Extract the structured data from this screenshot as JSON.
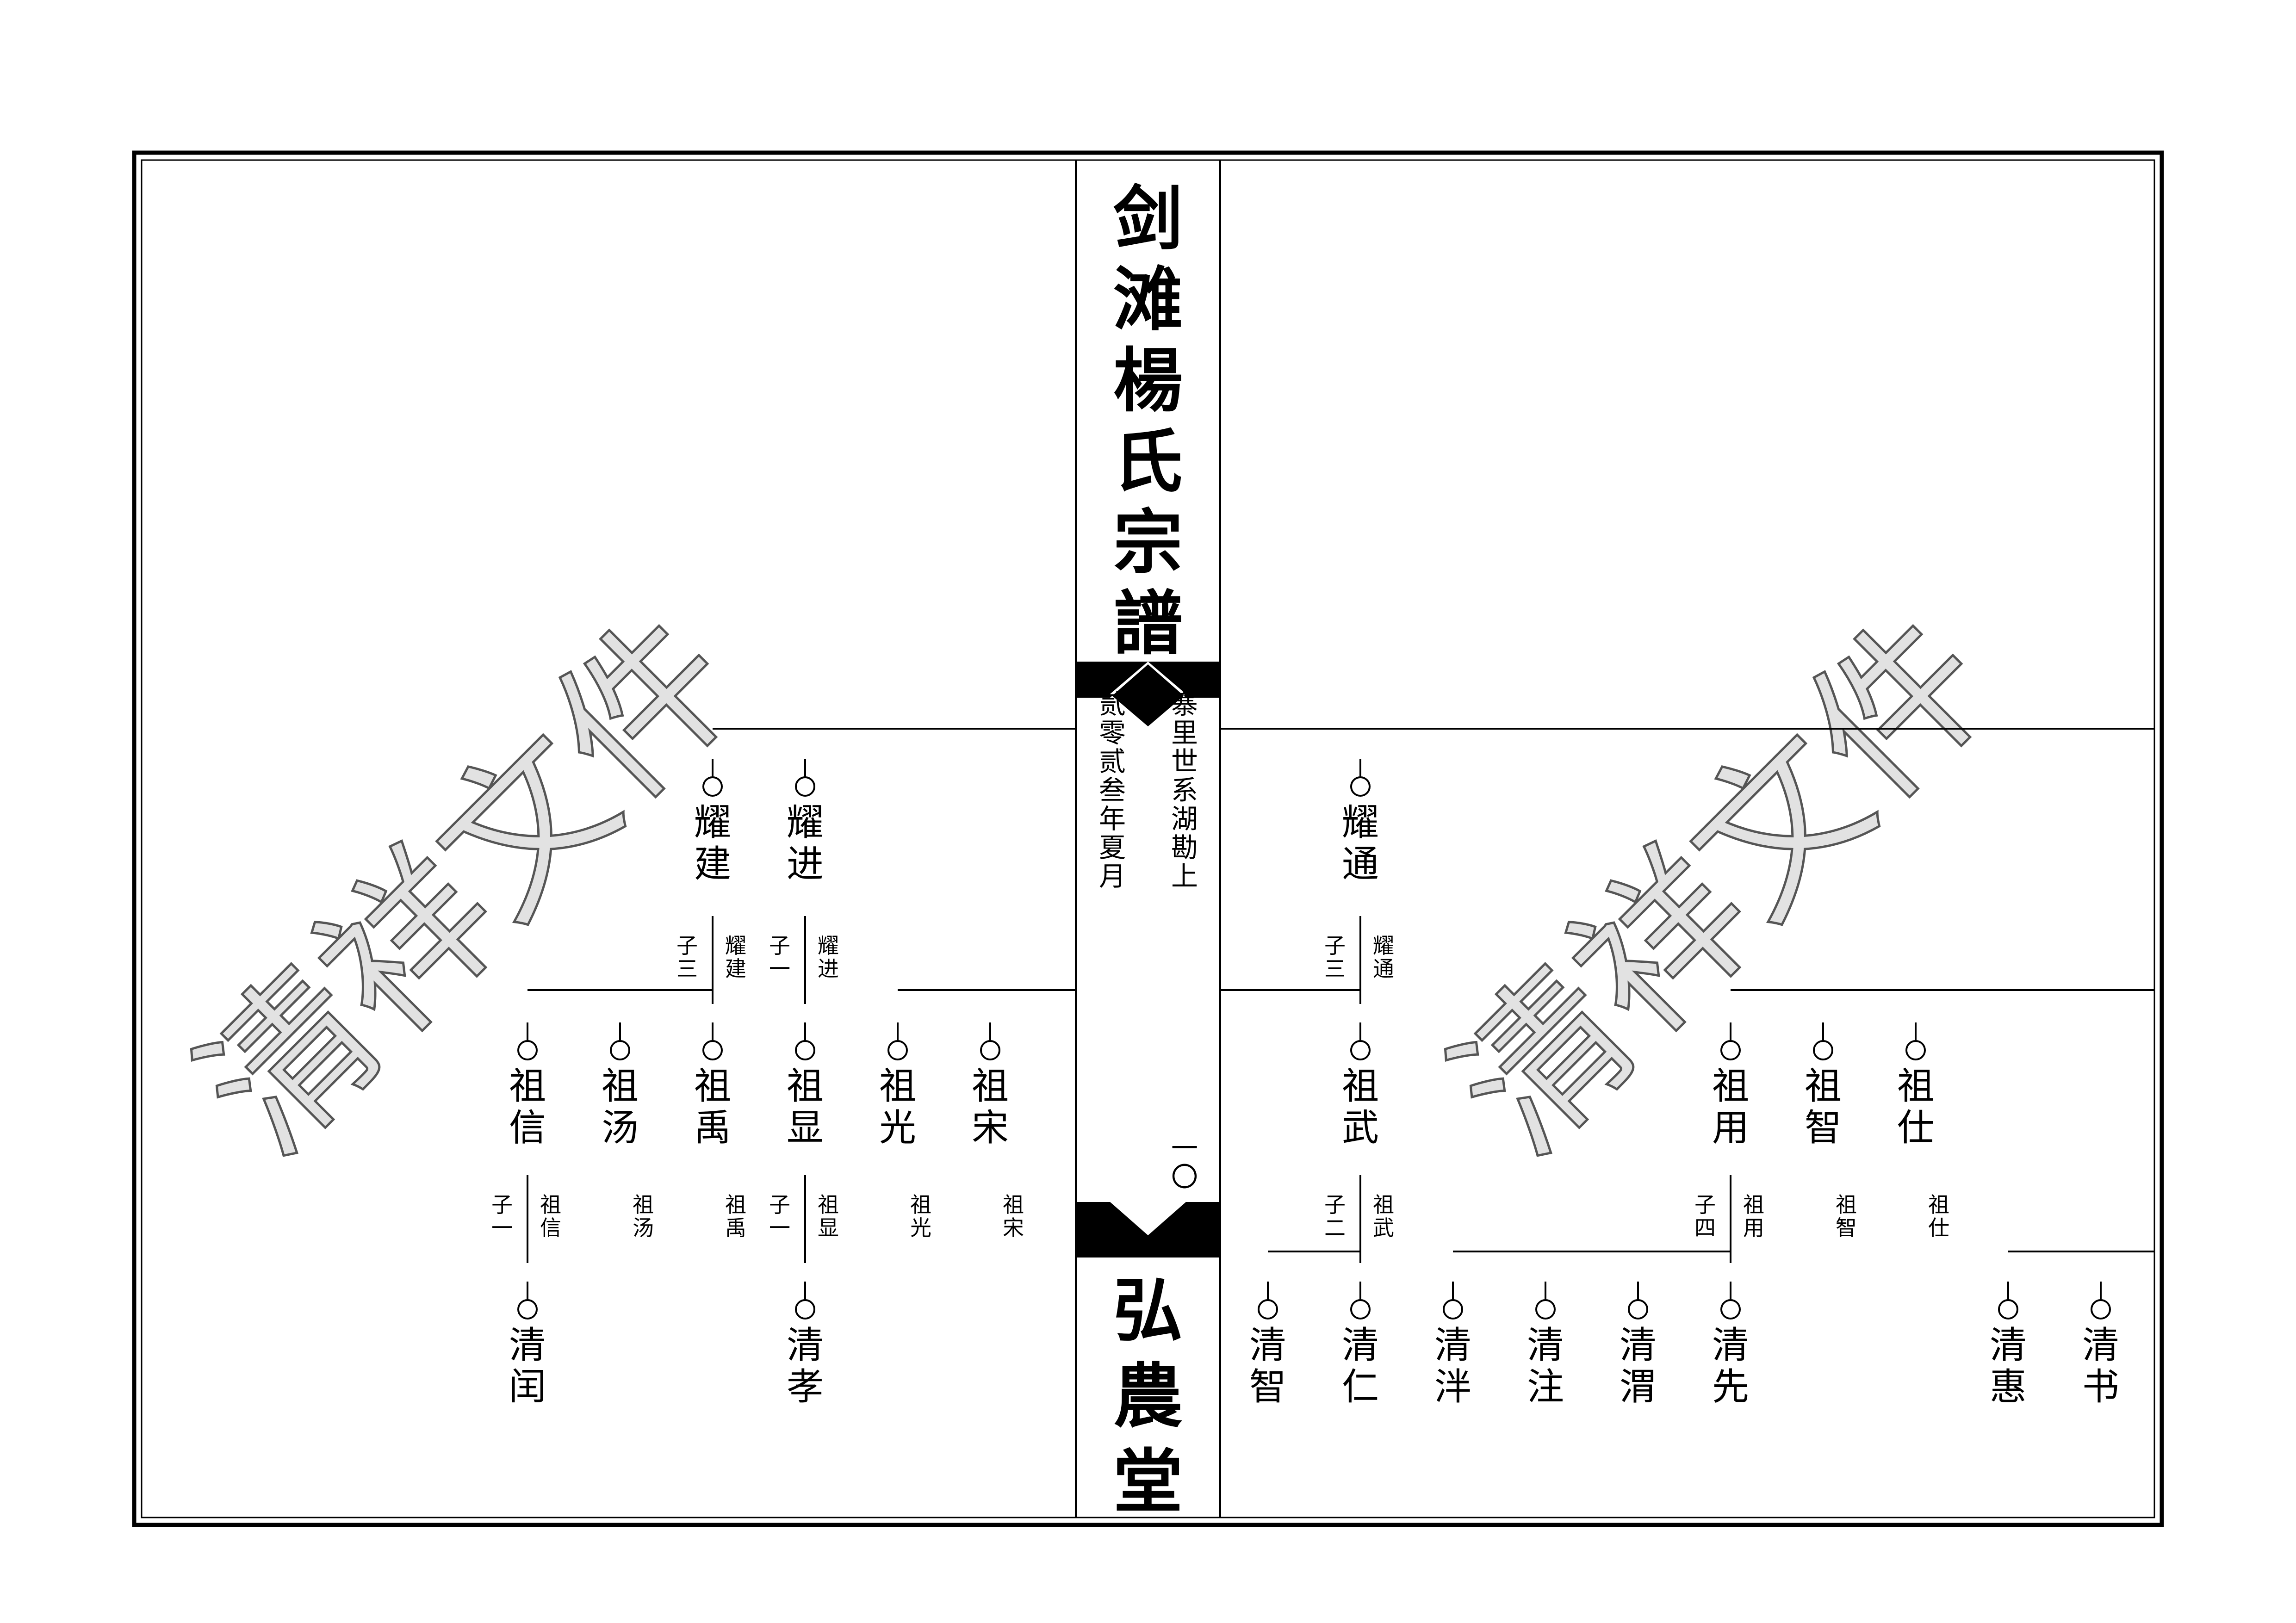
{
  "spine": {
    "title": "剑滩楊氏宗譜",
    "subtitle_right": "寨里世系湖勘上",
    "subtitle_left": "贰零贰叁年夏月",
    "page_number": "一〇",
    "hall_name": "弘農堂"
  },
  "watermark": "清祥文件",
  "left_page": {
    "gen1": [
      {
        "name": "耀建",
        "note_sons": "子三",
        "note_name": "耀建"
      },
      {
        "name": "耀进",
        "note_sons": "子一",
        "note_name": "耀进"
      }
    ],
    "gen2": [
      {
        "name": "祖信",
        "note_sons": "子一",
        "note_name": "祖信"
      },
      {
        "name": "祖汤",
        "note_sons": "",
        "note_name": "祖汤"
      },
      {
        "name": "祖禹",
        "note_sons": "",
        "note_name": "祖禹"
      },
      {
        "name": "祖显",
        "note_sons": "子一",
        "note_name": "祖显"
      },
      {
        "name": "祖光",
        "note_sons": "",
        "note_name": "祖光"
      },
      {
        "name": "祖宋",
        "note_sons": "",
        "note_name": "祖宋"
      }
    ],
    "gen3": [
      {
        "name": "清闰"
      },
      {
        "name": "清孝"
      }
    ]
  },
  "right_page": {
    "gen1": [
      {
        "name": "耀通",
        "note_sons": "子三",
        "note_name": "耀通"
      }
    ],
    "gen2": [
      {
        "name": "祖武",
        "note_sons": "子二",
        "note_name": "祖武"
      },
      {
        "name": "祖用",
        "note_sons": "子四",
        "note_name": "祖用"
      },
      {
        "name": "祖智",
        "note_sons": "",
        "note_name": "祖智"
      },
      {
        "name": "祖仕",
        "note_sons": "",
        "note_name": "祖仕"
      }
    ],
    "gen3": [
      {
        "name": "清智"
      },
      {
        "name": "清仁"
      },
      {
        "name": "清泮"
      },
      {
        "name": "清注"
      },
      {
        "name": "清渭"
      },
      {
        "name": "清先"
      },
      {
        "name": "清惠"
      },
      {
        "name": "清书"
      }
    ]
  }
}
